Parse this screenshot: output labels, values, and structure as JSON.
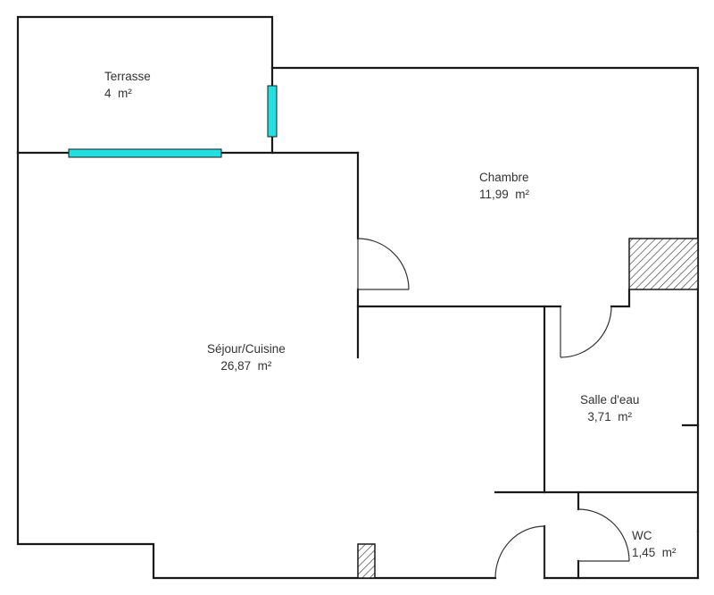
{
  "plan": {
    "colors": {
      "wall": "#1a1a1a",
      "window": "#22e0e0",
      "background": "#ffffff",
      "text": "#333333"
    },
    "rooms": [
      {
        "id": "terrasse",
        "name": "Terrasse",
        "area": "4  m²"
      },
      {
        "id": "chambre",
        "name": "Chambre",
        "area": "11,99  m²"
      },
      {
        "id": "sejour",
        "name": "Séjour/Cuisine",
        "area": "26,87  m²"
      },
      {
        "id": "salle-eau",
        "name": "Salle d'eau",
        "area": "3,71  m²"
      },
      {
        "id": "wc",
        "name": "WC",
        "area": "1,45  m²"
      }
    ]
  }
}
